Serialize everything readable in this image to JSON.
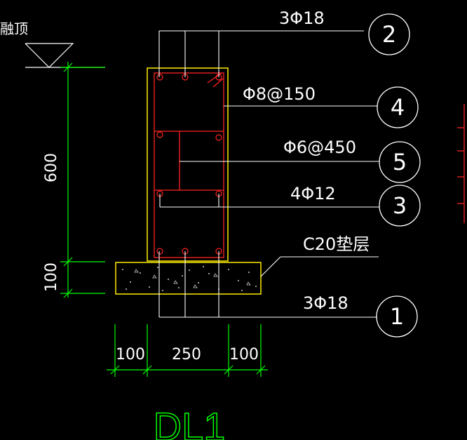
{
  "colors": {
    "background": "#000000",
    "leader": "#ffffff",
    "stirrup": "#ff2222",
    "outline": "#ffee00",
    "dimension": "#00ff00",
    "title": "#00ff00"
  },
  "labels": {
    "top_left_note": "融顶",
    "rebar_top": "3Φ18",
    "stirrup": "Φ8@150",
    "tie": "Φ6@450",
    "side_bars": "4Φ12",
    "cushion": "C20垫层",
    "rebar_bottom": "3Φ18"
  },
  "callouts": {
    "c1": "1",
    "c2": "2",
    "c3": "3",
    "c4": "4",
    "c5": "5"
  },
  "dimensions": {
    "height_beam": "600",
    "height_cushion": "100",
    "width_left": "100",
    "width_mid": "250",
    "width_right": "100"
  },
  "title": "DL1"
}
